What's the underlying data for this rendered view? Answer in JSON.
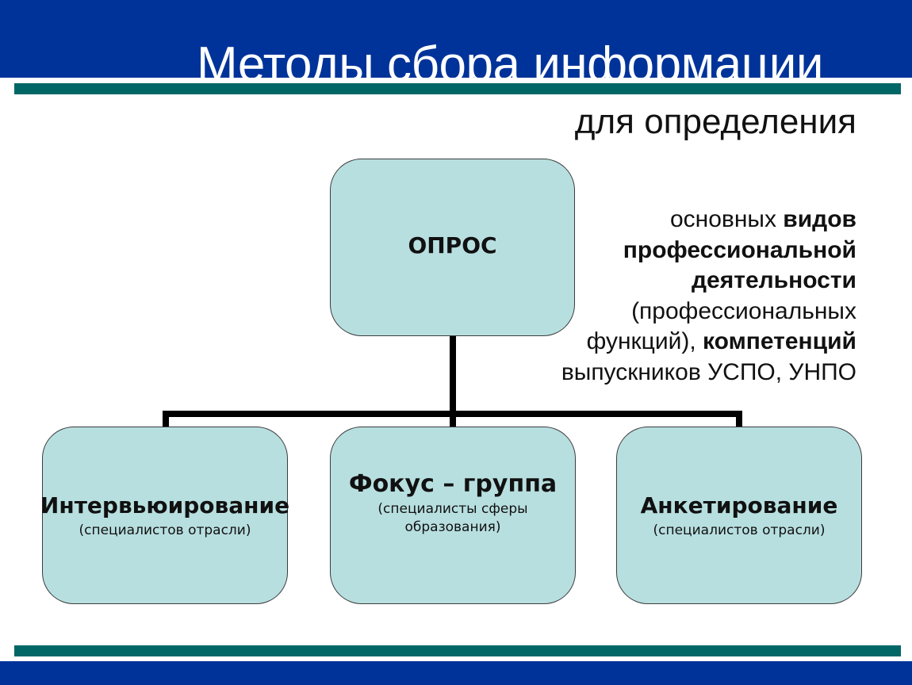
{
  "slide": {
    "title": "Методы сбора информации",
    "subtitle": "для определения",
    "side_text": {
      "part1": "основных ",
      "part2_bold": "видов профессиональной деятельности",
      "part3": " (профессиональных функций), ",
      "part4_bold": "компетенций",
      "part5": " выпускников УСПО, УНПО"
    },
    "colors": {
      "band": "#003399",
      "bar": "#006666",
      "node_fill": "#b8dfe0"
    }
  },
  "diagram": {
    "root": {
      "title": "ОПРОС"
    },
    "children": [
      {
        "title": "Интервьюирование",
        "subtitle": "(специалистов отрасли)"
      },
      {
        "title": "Фокус – группа",
        "subtitle": "(специалисты сферы образования)"
      },
      {
        "title": "Анкетирование",
        "subtitle": "(специалистов отрасли)"
      }
    ]
  }
}
